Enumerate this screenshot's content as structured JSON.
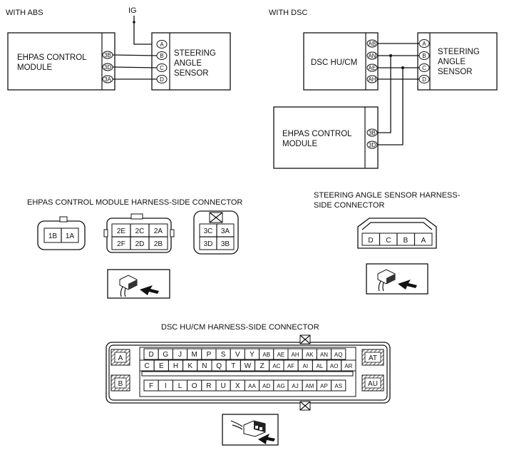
{
  "abs": {
    "heading": "WITH ABS",
    "ig_label": "IG",
    "module_line1": "EHPAS CONTROL",
    "module_line2": "MODULE",
    "module_pins": [
      "3B",
      "3D",
      "3A"
    ],
    "sensor_line1": "STEERING",
    "sensor_line2": "ANGLE",
    "sensor_line3": "SENSOR",
    "sensor_pins": [
      "A",
      "B",
      "C",
      "D"
    ]
  },
  "dsc": {
    "heading": "WITH DSC",
    "hu_label": "DSC HU/CM",
    "hu_pins": [
      "AB",
      "AN",
      "AE",
      "AH"
    ],
    "sensor_line1": "STEERING",
    "sensor_line2": "ANGLE",
    "sensor_line3": "SENSOR",
    "sensor_pins": [
      "A",
      "B",
      "C",
      "D"
    ],
    "module_line1": "EHPAS CONTROL",
    "module_line2": "MODULE",
    "module_pins": [
      "3B",
      "3D"
    ]
  },
  "ehpas_connector": {
    "title": "EHPAS CONTROL MODULE  HARNESS-SIDE CONNECTOR",
    "c1": [
      "1B",
      "1A"
    ],
    "c2_row1": [
      "2E",
      "2C",
      "2A"
    ],
    "c2_row2": [
      "2F",
      "2D",
      "2B"
    ],
    "c3_row1": [
      "3C",
      "3A"
    ],
    "c3_row2": [
      "3D",
      "3B"
    ]
  },
  "sas_connector": {
    "title_line1": "STEERING ANGLE SENSOR  HARNESS-",
    "title_line2": "SIDE CONNECTOR",
    "cells": [
      "D",
      "C",
      "B",
      "A"
    ]
  },
  "dsc_connector": {
    "title": "DSC HU/CM HARNESS-SIDE CONNECTOR",
    "row1": [
      "D",
      "G",
      "J",
      "M",
      "P",
      "S",
      "V",
      "Y",
      "AB",
      "AE",
      "AH",
      "AK",
      "AN",
      "AQ"
    ],
    "row2": [
      "C",
      "E",
      "H",
      "K",
      "N",
      "Q",
      "T",
      "W",
      "Z",
      "AC",
      "AF",
      "AI",
      "AL",
      "AO",
      "AR"
    ],
    "row3": [
      "F",
      "I",
      "L",
      "O",
      "R",
      "U",
      "X",
      "AA",
      "AD",
      "AG",
      "AJ",
      "AM",
      "AP",
      "AS"
    ],
    "side_left_top": "A",
    "side_left_bottom": "B",
    "side_right_top": "AT",
    "side_right_bottom": "AU"
  }
}
